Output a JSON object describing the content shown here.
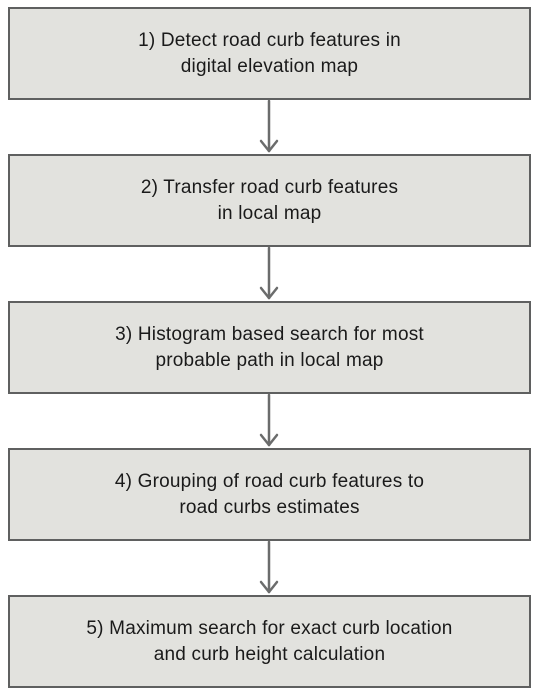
{
  "diagram": {
    "steps": [
      {
        "lines": [
          "1) Detect road curb features in",
          "digital elevation map"
        ]
      },
      {
        "lines": [
          "2) Transfer road curb features",
          "in local map"
        ]
      },
      {
        "lines": [
          "3) Histogram based search for most",
          "probable path in local map"
        ]
      },
      {
        "lines": [
          "4) Grouping of road curb features to",
          "road curbs estimates"
        ]
      },
      {
        "lines": [
          "5) Maximum search for exact curb location",
          "and curb height calculation"
        ]
      }
    ],
    "colors": {
      "box_fill": "#e2e2de",
      "box_border": "#5f6060",
      "arrow": "#6b6c6c",
      "text": "#1a1a1a"
    }
  }
}
